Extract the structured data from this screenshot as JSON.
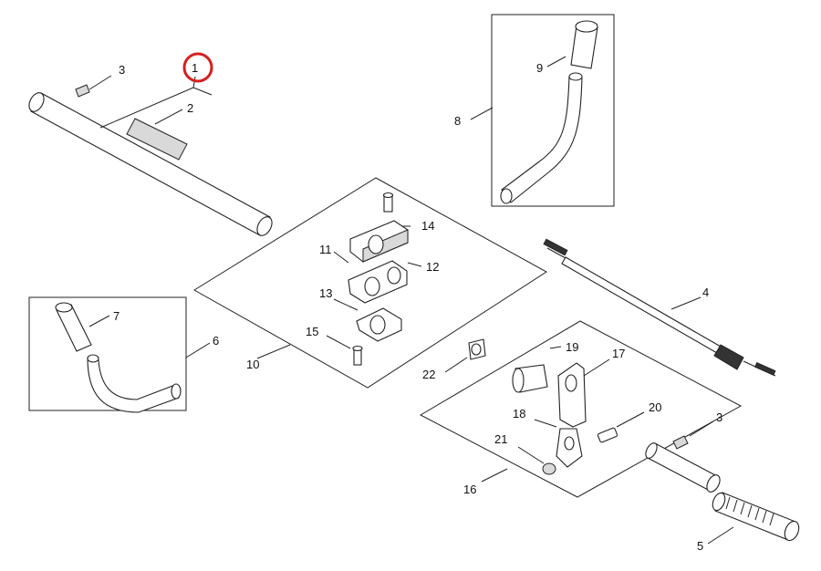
{
  "diagram": {
    "callouts": [
      {
        "id": "c1",
        "label": "1"
      },
      {
        "id": "c2",
        "label": "2"
      },
      {
        "id": "c3a",
        "label": "3"
      },
      {
        "id": "c3b",
        "label": "3"
      },
      {
        "id": "c4",
        "label": "4"
      },
      {
        "id": "c5",
        "label": "5"
      },
      {
        "id": "c6",
        "label": "6"
      },
      {
        "id": "c7",
        "label": "7"
      },
      {
        "id": "c8",
        "label": "8"
      },
      {
        "id": "c9",
        "label": "9"
      },
      {
        "id": "c10",
        "label": "10"
      },
      {
        "id": "c11",
        "label": "11"
      },
      {
        "id": "c12",
        "label": "12"
      },
      {
        "id": "c13",
        "label": "13"
      },
      {
        "id": "c14",
        "label": "14"
      },
      {
        "id": "c15",
        "label": "15"
      },
      {
        "id": "c16",
        "label": "16"
      },
      {
        "id": "c17",
        "label": "17"
      },
      {
        "id": "c18",
        "label": "18"
      },
      {
        "id": "c19",
        "label": "19"
      },
      {
        "id": "c20",
        "label": "20"
      },
      {
        "id": "c21",
        "label": "21"
      },
      {
        "id": "c22",
        "label": "22"
      }
    ],
    "highlight": {
      "label": "1",
      "color": "#d42020"
    }
  }
}
